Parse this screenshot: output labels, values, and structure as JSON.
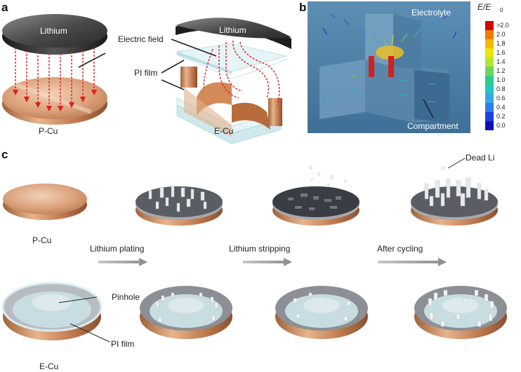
{
  "panels": {
    "a": "a",
    "b": "b",
    "c": "c"
  },
  "panel_a": {
    "lithium_left": "Lithium",
    "lithium_right": "Lithium",
    "electric_field": "Electric field",
    "pi_film": "PI film",
    "p_cu": "P-Cu",
    "e_cu": "E-Cu"
  },
  "panel_b": {
    "electrolyte": "Electrolyte",
    "compartment": "Compartment",
    "colorbar_title_main": "E/E",
    "colorbar_title_sub": "0",
    "colorbar_ticks": [
      ">2.0",
      "2.0",
      "1.8",
      "1.6",
      "1.4",
      "1.2",
      "1.0",
      "0.8",
      "0.6",
      "0.4",
      "0.2",
      "0.0"
    ],
    "colorbar_colors": [
      "#d40000",
      "#f07a00",
      "#f4b800",
      "#e8e800",
      "#b4e636",
      "#6ad85a",
      "#2ec890",
      "#22c8c0",
      "#3aa8e8",
      "#2e7cf0",
      "#2040e0",
      "#1010b0"
    ]
  },
  "panel_c": {
    "p_cu": "P-Cu",
    "e_cu": "E-Cu",
    "pinhole": "Pinhole",
    "pi_film": "PI film",
    "dead_li": "Dead Li",
    "steps": [
      "Lithium plating",
      "Lithium stripping",
      "After cycling"
    ]
  }
}
